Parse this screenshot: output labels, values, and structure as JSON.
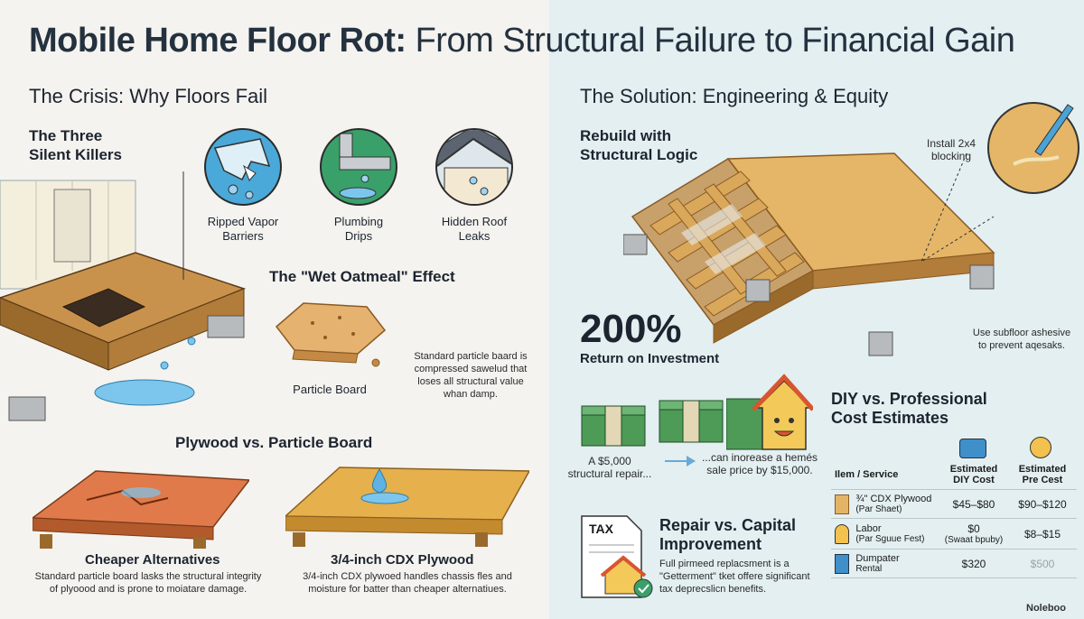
{
  "title": {
    "bold": "Mobile Home Floor Rot:",
    "rest": " From Structural Failure to Financial Gain"
  },
  "left": {
    "heading": "The Crisis: Why Floors Fail",
    "killers_title_1": "The Three",
    "killers_title_2": "Silent Killers",
    "killers": [
      {
        "label_1": "Ripped Vapor",
        "label_2": "Barriers",
        "icon": "torn-vapor-barrier-icon"
      },
      {
        "label_1": "Plumbing",
        "label_2": "Drips",
        "icon": "dripping-pipe-icon"
      },
      {
        "label_1": "Hidden Roof",
        "label_2": "Leaks",
        "icon": "roof-leak-icon"
      }
    ],
    "oatmeal_title": "The \"Wet Oatmeal\" Effect",
    "particle_label": "Particle Board",
    "oatmeal_desc_1": "Standard particle baard is",
    "oatmeal_desc_2": "compressed sawelud that",
    "oatmeal_desc_3": "loses all structural value",
    "oatmeal_desc_4": "whan damp.",
    "compare_title": "Plywood vs. Particle Board",
    "cheap_title": "Cheaper Alternatives",
    "cheap_desc_1": "Standard particle board lasks the structural integrity",
    "cheap_desc_2": "of plyoood and is prone to moiatare damage.",
    "cdx_title": "3/4-inch CDX Plywood",
    "cdx_desc_1": "3/4-inch CDX plywoed handles chassis fles and",
    "cdx_desc_2": "moisture for batter than cheaper alternatiues."
  },
  "right": {
    "heading": "The Solution: Engineering & Equity",
    "rebuild_1": "Rebuild with",
    "rebuild_2": "Structural Logic",
    "blocking_1": "Install 2x4",
    "blocking_2": "blocking",
    "adhesive_1": "Use subfloor ashesive",
    "adhesive_2": "to prevent aqesaks.",
    "roi_value": "200%",
    "roi_label": "Return on Investment",
    "repair_1": "A $5,000",
    "repair_2": "structural repair...",
    "sale_1": "...can inorease a hemés",
    "sale_2": "sale price by $15,000.",
    "tax_label": "TAX",
    "capital_1": "Repair vs. Capital",
    "capital_2": "Improvement",
    "capital_desc_1": "Full pirmeed replacsment is a",
    "capital_desc_2": "\"Getterment\" tket offere significant",
    "capital_desc_3": "tax deprecslicn benefits.",
    "cost_title_1": "DIY vs. Professional",
    "cost_title_2": "Cost Estimates",
    "table": {
      "col_item": "Ilem / Service",
      "col_diy_1": "Estimated",
      "col_diy_2": "DIY Cost",
      "col_pro_1": "Estimated",
      "col_pro_2": "Pre Cest",
      "rows": [
        {
          "item": "¾\" CDX Plywood",
          "sub": "(Par Shaet)",
          "diy": "$45–$80",
          "diy_sub": "",
          "pro": "$90–$120",
          "icon": "plywood-sheet-icon"
        },
        {
          "item": "Labor",
          "sub": "(Par Sguue Fest)",
          "diy": "$0",
          "diy_sub": "(Swaat bpuby)",
          "pro": "$8–$15",
          "icon": "worker-icon"
        },
        {
          "item": "Dumpater",
          "sub": "Rental",
          "diy": "$320",
          "diy_sub": "",
          "pro": "$500",
          "icon": "dumpster-icon"
        }
      ]
    },
    "brand": "Noleboo"
  },
  "colors": {
    "wood": "#d8a55a",
    "wood_dark": "#9a6a2c",
    "water": "#5fb3e3",
    "money": "#4e9a57",
    "accent_red": "#d9552f"
  }
}
